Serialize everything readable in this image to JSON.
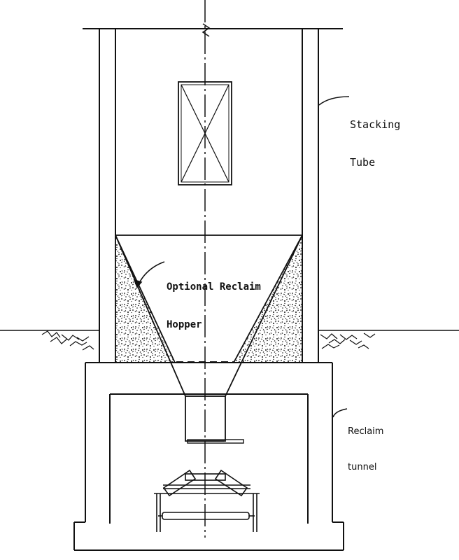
{
  "diagram": {
    "labels": {
      "stacking_tube_line1": "Stacking",
      "stacking_tube_line2": "Tube",
      "hopper_line1": "Optional Reclaim",
      "hopper_line2": "Hopper",
      "tunnel_line1": "Reclaim",
      "tunnel_line2": "tunnel"
    },
    "colors": {
      "stroke": "#111111",
      "background": "#ffffff"
    }
  }
}
